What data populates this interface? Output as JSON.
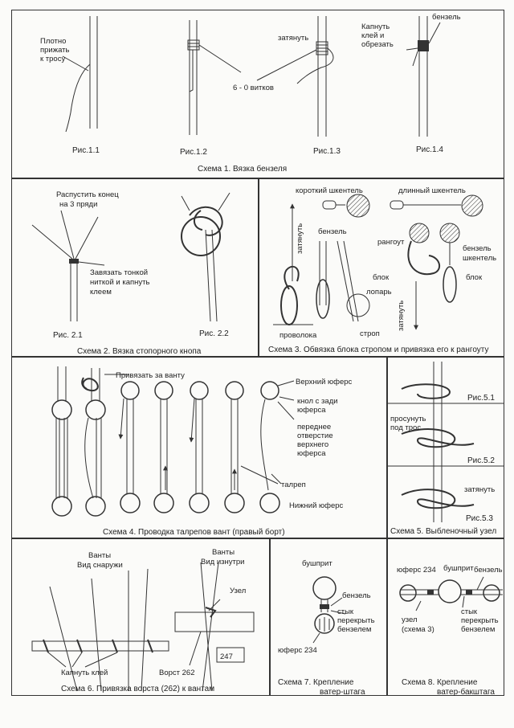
{
  "page_number": "247",
  "scheme1": {
    "caption": "Схема 1. Вязка бензеля",
    "fig1": {
      "label": "Рис.1.1",
      "note_lines": [
        "Плотно",
        "прижать",
        "к тросу"
      ]
    },
    "fig2": {
      "label": "Рис.1.2"
    },
    "fig3": {
      "label": "Рис.1.3",
      "tighten": "затянуть",
      "turns": "6 - 0 витков"
    },
    "fig4": {
      "label": "Рис.1.4",
      "seizing": "бензель",
      "glue_lines": [
        "Капнуть",
        "клей и",
        "обрезать"
      ]
    }
  },
  "scheme2": {
    "caption": "Схема 2. Вязка стопорного кнопа",
    "fig1": {
      "label": "Рис. 2.1",
      "unravel_lines": [
        "Распустить конец",
        "на 3 пряди"
      ],
      "tie_lines": [
        "Завязать тонкой",
        "ниткой и капнуть",
        "клеем"
      ]
    },
    "fig2": {
      "label": "Рис. 2.2"
    }
  },
  "scheme3": {
    "caption": "Схема 3. Обвязка блока стропом и привязка его к рангоуту",
    "short_pendant": "короткий шкентель",
    "long_pendant": "длинный шкентель",
    "tighten_left": "затянуть",
    "seizing_left": "бензель",
    "block_mid": "блок",
    "fall": "лопарь",
    "wire": "проволока",
    "strop": "строп",
    "spar": "рангоут",
    "seizing_right": "бензель",
    "pendant_right": "шкентель",
    "block_right": "блок",
    "tighten_right": "затянуть"
  },
  "scheme4": {
    "caption": "Схема 4. Проводка талрепов вант (правый борт)",
    "tie_to_shroud": "Привязать за ванту",
    "upper_deadeye": "Верхний юферс",
    "knot_lines": [
      "кнол с зади",
      "юферса"
    ],
    "front_hole_lines": [
      "переднее",
      "отверстие",
      "верхнего",
      "юферса"
    ],
    "lanyard": "талреп",
    "lower_deadeye": "Нижний юферс"
  },
  "scheme5": {
    "caption": "Схема 5. Выбленочный узел",
    "fig1": "Рис.5.1",
    "fig2": "Рис.5.2",
    "fig3": "Рис.5.3",
    "push_lines": [
      "просунуть",
      "под трос"
    ],
    "tighten": "затянуть"
  },
  "scheme6": {
    "caption": "Схема 6. Привязка ворста (262) к вантам",
    "outside_lines": [
      "Ванты",
      "Вид снаружи"
    ],
    "inside_lines": [
      "Ванты",
      "Вид изнутри"
    ],
    "knot": "Узел",
    "glue": "Капнуть клей",
    "ratline": "Ворст 262"
  },
  "scheme7": {
    "caption_lines": [
      "Схема 7. Крепление",
      "ватер-штага"
    ],
    "bowsprit": "бушприт",
    "seizing": "бензель",
    "joint_lines": [
      "стык",
      "перекрыть",
      "бензелем"
    ],
    "deadeye": "юферс 234"
  },
  "scheme8": {
    "caption_lines": [
      "Схема 8. Крепление",
      "ватер-бакштага"
    ],
    "bowsprit": "бушприт",
    "deadeye": "юферс 234",
    "seizing": "бензель",
    "knot_lines": [
      "узел",
      "(схема 3)"
    ],
    "joint_lines": [
      "стык",
      "перекрыть",
      "бензелем"
    ]
  }
}
